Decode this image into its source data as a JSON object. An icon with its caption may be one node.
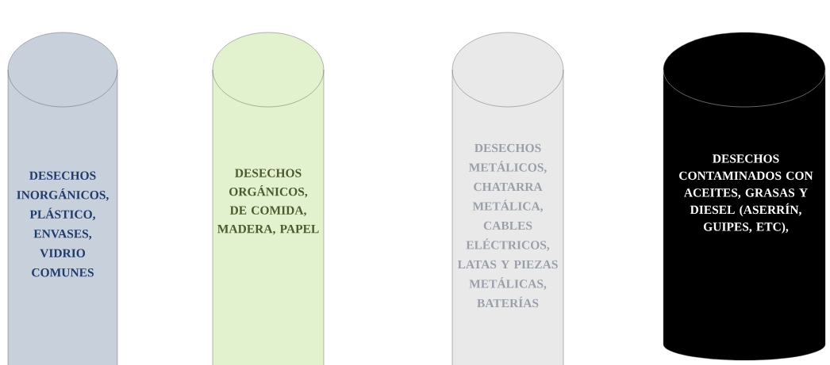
{
  "diagram": {
    "nodes": [
      {
        "text": [
          "DESECHOS INORGÁNICOS, PLÁSTICO, ENVASES, VIDRIO COMUNES"
        ]
      },
      {
        "text": [
          "DESECHOS ORGÁNICOS, DE COMIDA, MADERA, PAPEL"
        ]
      },
      {
        "text": [
          "DESECHOS METÁLICOS, CHATARRA METÁLICA, CABLES ELÉCTRICOS, LATAS Y PIEZAS METÁLICAS, BATERÍAS"
        ]
      },
      {
        "text": [
          "DESECHOS CONTAMINADOS CON ACEITES, GRASAS Y DIESEL (ASERRÍN, GUIPES, ETC),"
        ]
      }
    ]
  }
}
